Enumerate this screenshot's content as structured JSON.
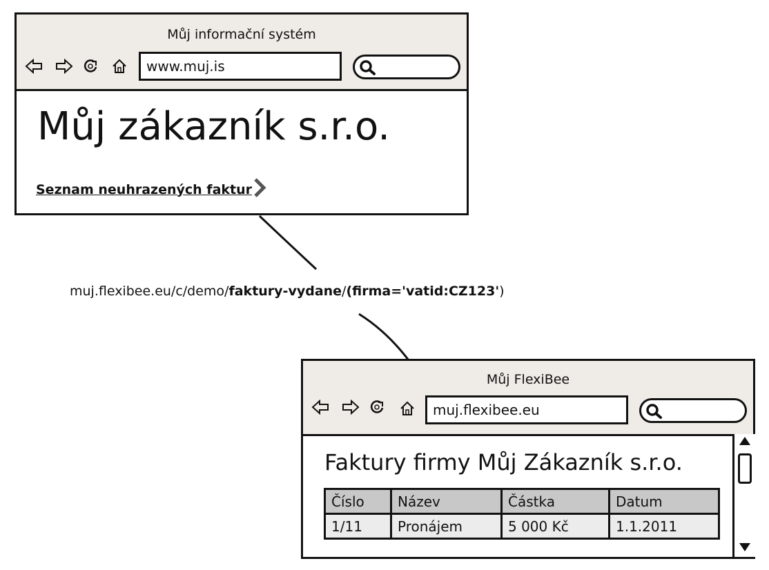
{
  "top_browser": {
    "title": "Můj informační systém",
    "url": "www.muj.is",
    "heading": "Můj zákazník s.r.o.",
    "link_label": "Seznam neuhrazených faktur",
    "icons": [
      "back-arrow-icon",
      "forward-arrow-icon",
      "reload-icon",
      "home-icon",
      "search-icon",
      "chevron-right-icon"
    ]
  },
  "connector": {
    "url_prefix": "muj.flexibee.eu/c/demo/",
    "url_evidence": "faktury-vydane",
    "url_slash": "/",
    "url_paren_open": "(",
    "url_filter": "firma='vatid:CZ123'",
    "url_paren_close": ")"
  },
  "bottom_browser": {
    "title": "Můj FlexiBee",
    "url": "muj.flexibee.eu",
    "heading": "Faktury firmy Můj Zákazník s.r.o.",
    "table": {
      "headers": [
        "Číslo",
        "Název",
        "Částka",
        "Datum"
      ],
      "rows": [
        [
          "1/11",
          "Pronájem",
          "5 000 Kč",
          "1.1.2011"
        ]
      ]
    },
    "icons": [
      "back-arrow-icon",
      "forward-arrow-icon",
      "reload-icon",
      "home-icon",
      "search-icon",
      "scroll-up-icon",
      "scroll-down-icon"
    ]
  },
  "colors": {
    "chrome_background": "#efebe6",
    "table_header": "#c8c8c8",
    "table_cell": "#ececec",
    "ink": "#111111"
  }
}
